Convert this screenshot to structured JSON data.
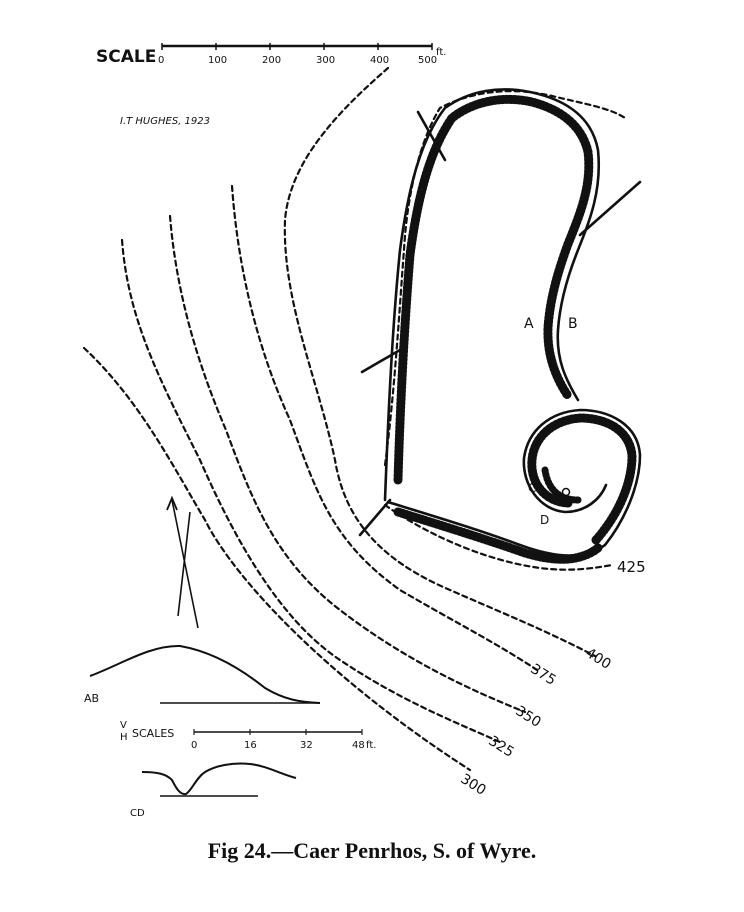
{
  "map": {
    "scale_title": "SCALE",
    "scale_ticks": [
      "0",
      "100",
      "200",
      "300",
      "400",
      "500"
    ],
    "scale_unit": "ft.",
    "author_credit": "I.T HUGHES, 1923",
    "contour_labels": [
      "300",
      "325",
      "350",
      "375",
      "400",
      "425"
    ],
    "section_labels": {
      "a": "A",
      "b": "B",
      "c": "C",
      "d": "D",
      "ab": "AB",
      "cd": "CD"
    },
    "profile_scales": {
      "vh_label": [
        "V",
        "H"
      ],
      "title": "SCALES",
      "ticks": [
        "0",
        "16",
        "32",
        "48"
      ],
      "unit": "ft."
    }
  },
  "caption": "Fig 24.—Caer Penrhos, S. of Wyre."
}
